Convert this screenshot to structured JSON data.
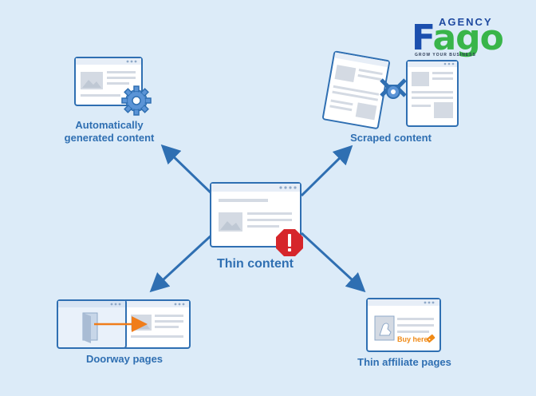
{
  "logo": {
    "agency": "AGENCY",
    "word_f": "F",
    "word_rest": "ago",
    "tagline": "GROW YOUR BUSINESS"
  },
  "center": {
    "label": "Thin content",
    "warning_icon": "exclamation-octagon-icon"
  },
  "nodes": {
    "auto": {
      "label": "Automatically\ngenerated content",
      "icon": "gear-icon"
    },
    "scraped": {
      "label": "Scraped content",
      "icon": "robot-arm-icon"
    },
    "doorway": {
      "label": "Doorway pages",
      "icon": "door-icon"
    },
    "affiliate": {
      "label": "Thin affiliate pages",
      "button": "Buy here"
    }
  },
  "colors": {
    "background": "#dcebf8",
    "accent_blue": "#2f6fb2",
    "page_fill": "#ffffff",
    "page_border": "#2f6fb2",
    "placeholder": "#d4dae3",
    "warning_red": "#d6262b",
    "arrow_orange": "#f07d1a",
    "brand_blue": "#1b4fae",
    "brand_green": "#39b54a"
  }
}
